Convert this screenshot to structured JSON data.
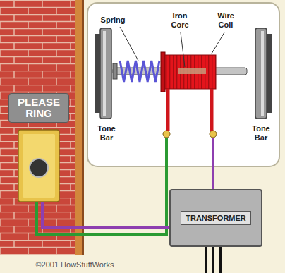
{
  "diagram": {
    "nodes": [
      {
        "text": [
          "PLEASE RING"
        ]
      },
      {
        "text": [
          "TRANSFORMER"
        ]
      }
    ],
    "labels": [
      "Spring",
      "Iron Core",
      "Wire Coil",
      "Tone Bar",
      "Tone Bar",
      "©2001 HowStuffWorks"
    ]
  }
}
